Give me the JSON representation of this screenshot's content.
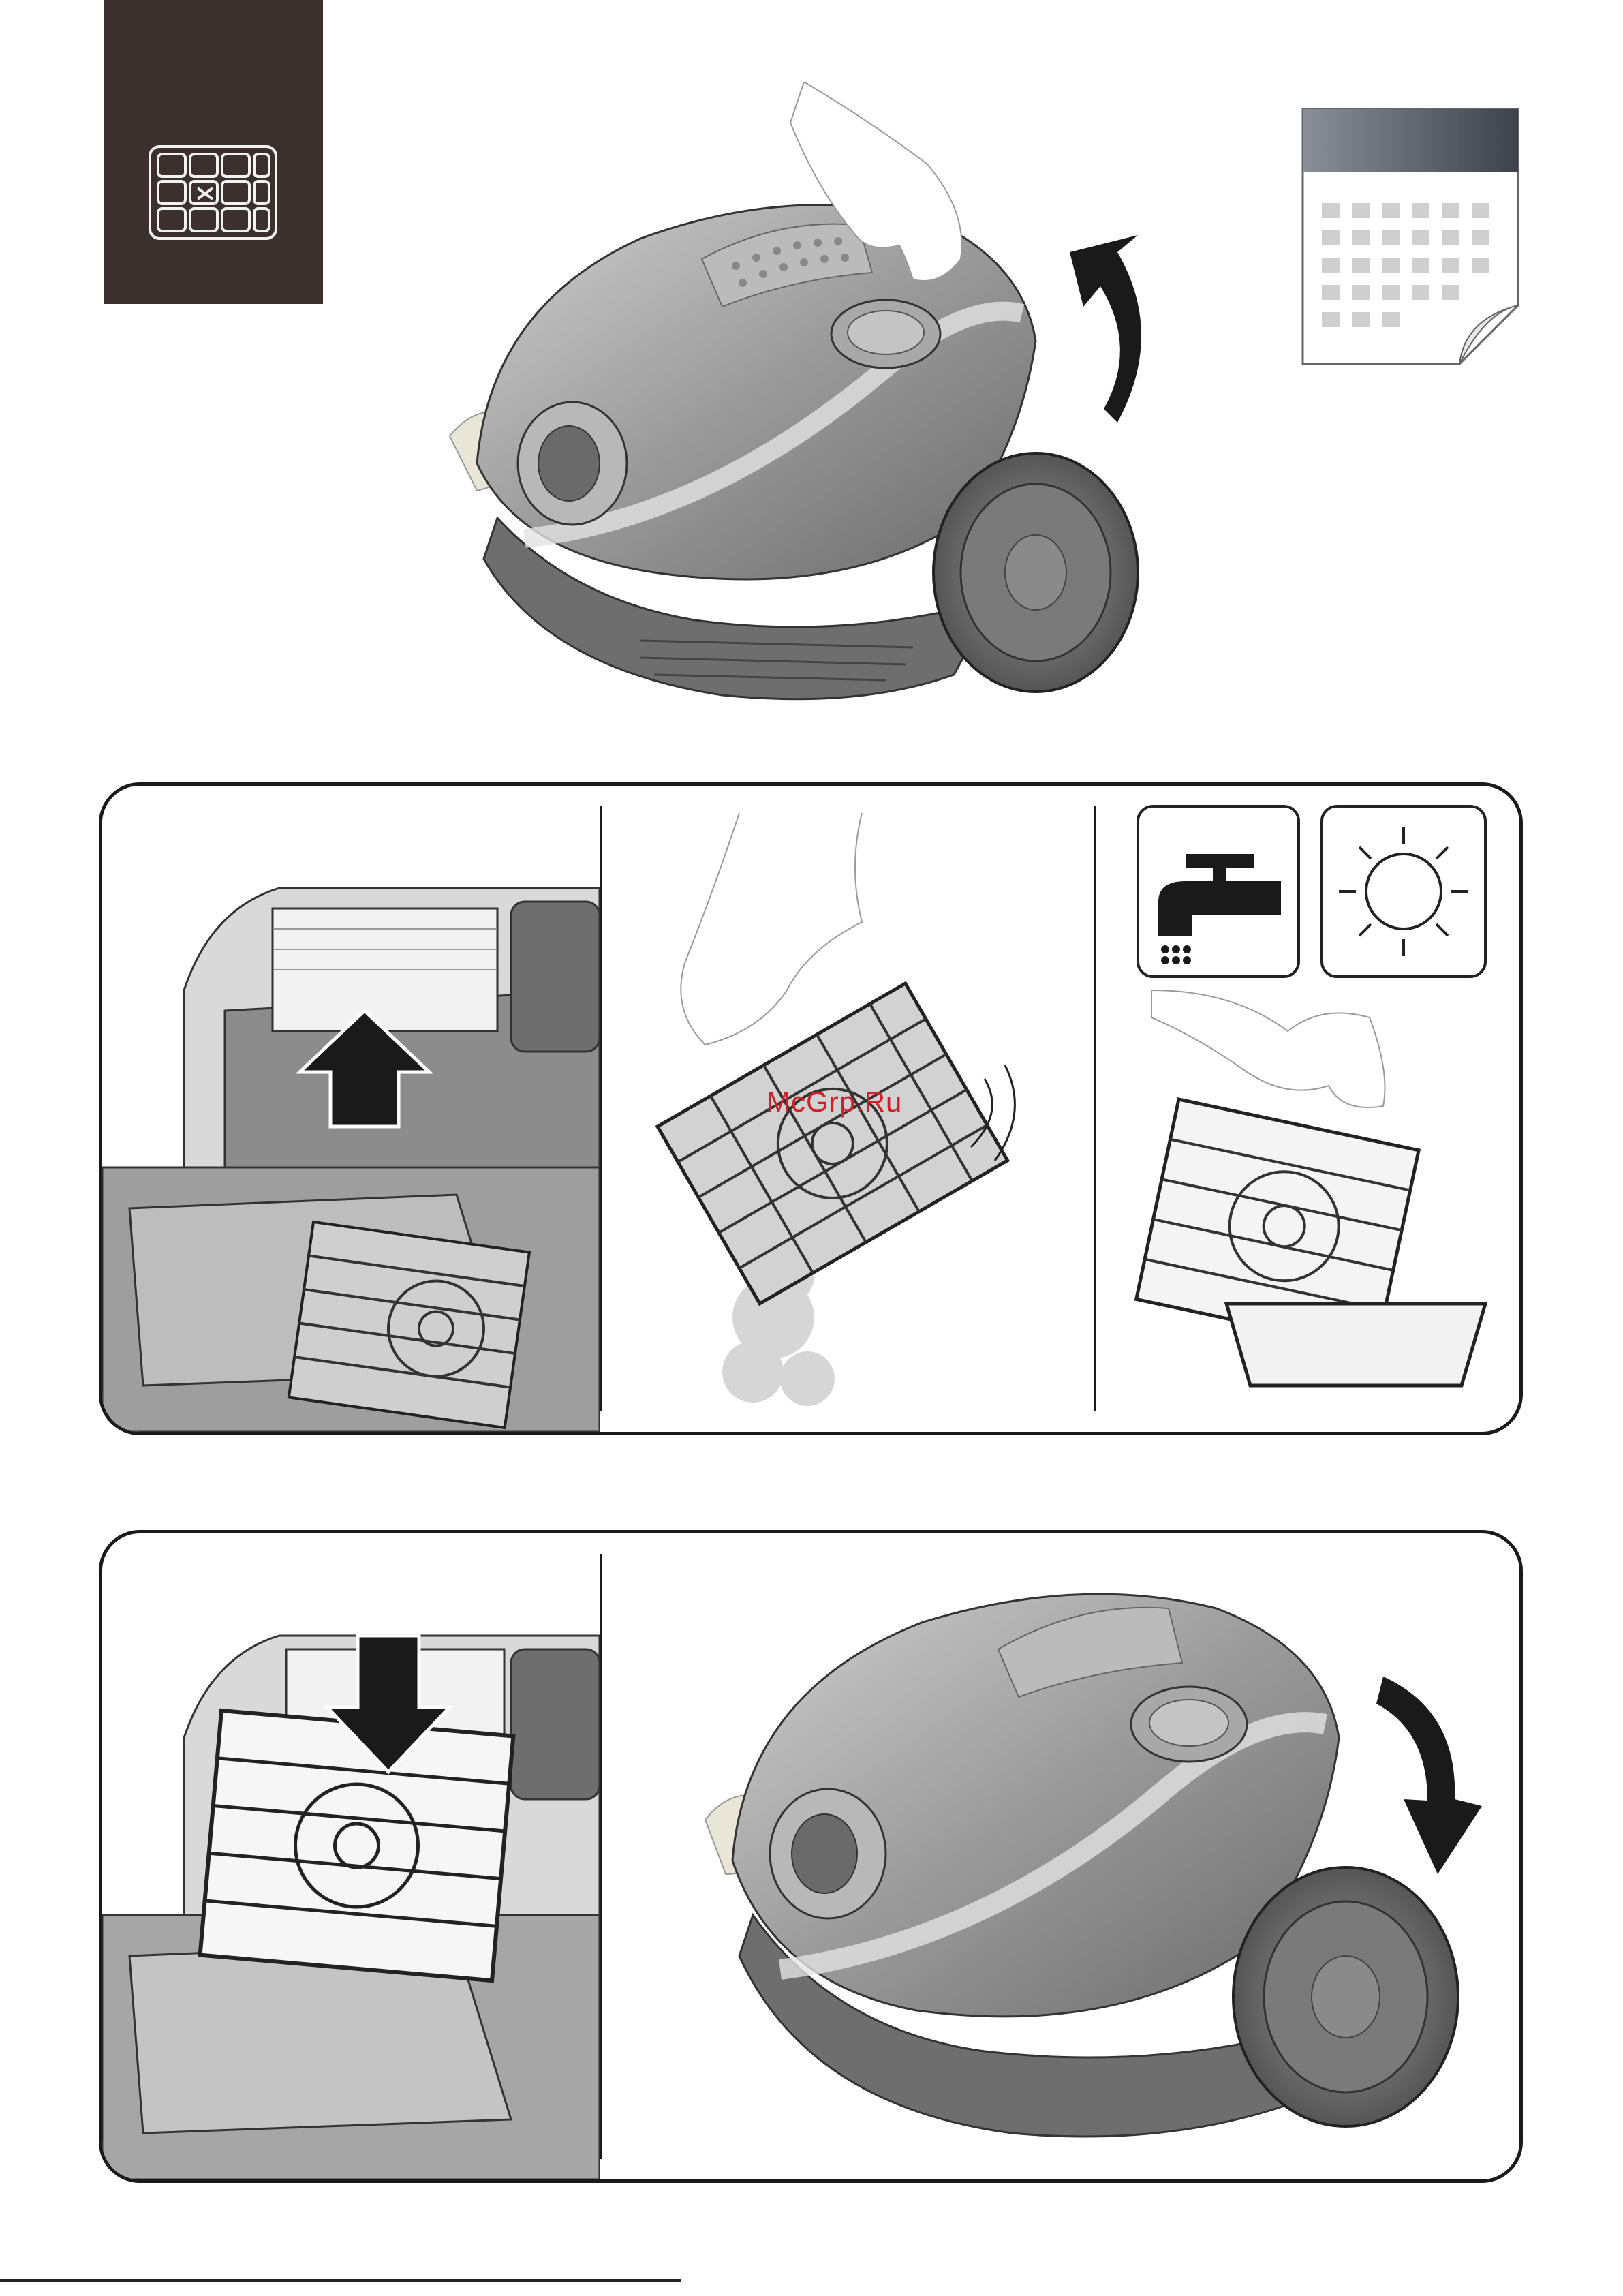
{
  "watermark": {
    "text": "McGrp.Ru",
    "color": "#d0202a"
  },
  "icons": {
    "filter_badge": "filter-icon",
    "calendar": "calendar-icon",
    "tap": "tap-water-icon",
    "sun": "sun-dry-icon"
  },
  "colors": {
    "badge_background": "#3b302d",
    "ink": "#1a1a1a",
    "vacuum_body": "#9c9c9c",
    "vacuum_dark": "#5a5a5a",
    "calendar_header": "#4a4e57"
  },
  "steps": {
    "step1": {
      "description_icon": "open-lid-arrow-icon"
    },
    "step2": {
      "panels": [
        "remove-filter",
        "tap-filter",
        "wash-and-dry"
      ]
    },
    "step3": {
      "panels": [
        "insert-filter",
        "close-lid"
      ]
    }
  }
}
